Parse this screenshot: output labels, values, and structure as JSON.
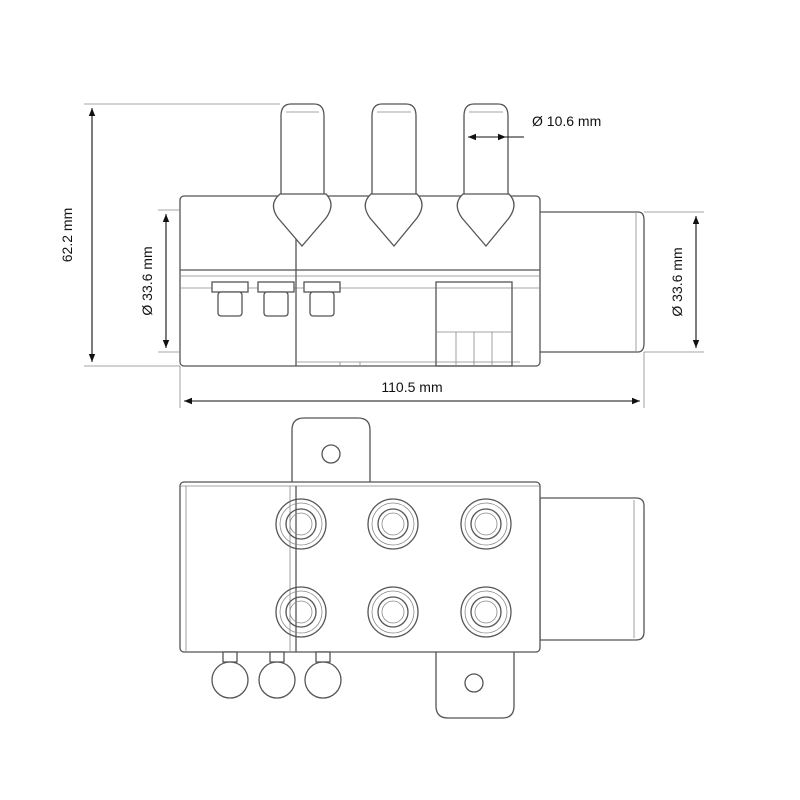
{
  "dimensions": {
    "height_total": "62.2 mm",
    "diameter_left": "Ø 33.6 mm",
    "diameter_right": "Ø 33.6 mm",
    "diameter_barb": "Ø 10.6 mm",
    "length_total": "110.5 mm"
  },
  "colors": {
    "outline": "#555555",
    "dimension_line": "#111111",
    "background": "#ffffff"
  }
}
